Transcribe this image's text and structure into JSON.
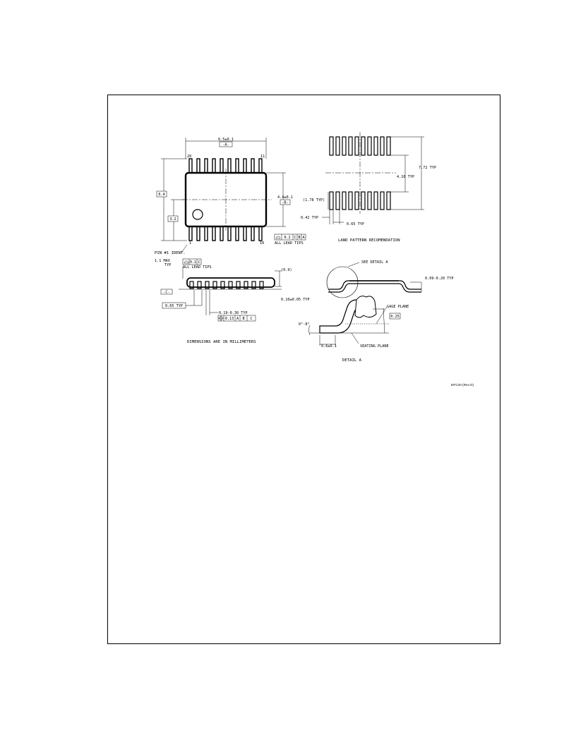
{
  "top_view": {
    "width_dim": "6.5±0.1",
    "datum_a": "-A-",
    "pin_top_left": "20",
    "pin_top_right": "11",
    "pin_bottom_left": "1",
    "pin_bottom_right": "10",
    "overall_dim": "6.4",
    "half_dim": "3.2",
    "body_width_dim": "4.4±0.1",
    "datum_b": "-B-",
    "tolerance_frame": [
      "0.2",
      "C",
      "B",
      "A"
    ],
    "all_lead_tips": "ALL LEAD TIPS",
    "pin1_ident": "PIN #1 IDENT."
  },
  "land_pattern": {
    "dim_772": "7.72 TYP",
    "dim_416": "4.16 TYP",
    "dim_178": "(1.78 TYP)",
    "dim_042": "0.42 TYP",
    "dim_065": "0.65 TYP",
    "caption": "LAND PATTERN RECOMENDATION"
  },
  "side_view": {
    "max_height": "1.1 MAX",
    "typ": "TYP",
    "coplanarity": [
      "0.1",
      "C"
    ],
    "all_lead_tips": "ALL LEAD TIPS",
    "datum_c": "-C-",
    "dim_09": "(0.9)",
    "standoff": "0.10±0.05 TYP",
    "pitch": "0.65 TYP",
    "lead_width": "0.19-0.30 TYP",
    "position_frame": [
      "0.13",
      "A",
      "B",
      "C"
    ],
    "caption": "DIMENSIONS ARE IN MILLIMETERS"
  },
  "detail": {
    "see_detail": "SEE DETAIL A",
    "lead_thickness": "0.09-0.20 TYP",
    "gage_plane": "GAGE PLANE",
    "gage_dim": "0.25",
    "angle": "0°-8°",
    "foot_length": "0.6±0.1",
    "seating_plane": "SEATING PLANE",
    "caption": "DETAIL A"
  },
  "doc_id": "MTC20 (Rev D)"
}
